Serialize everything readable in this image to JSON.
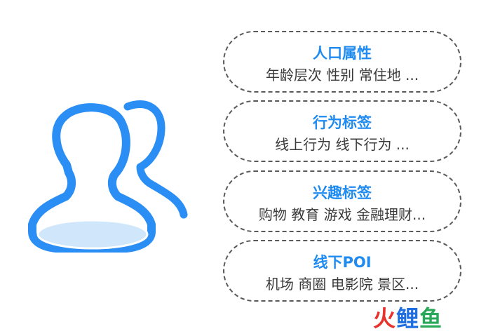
{
  "categories": [
    {
      "title": "人口属性",
      "desc": "年龄层次 性别 常住地 ..."
    },
    {
      "title": "行为标签",
      "desc": "线上行为 线下行为  ..."
    },
    {
      "title": "兴趣标签",
      "desc": "购物 教育 游戏 金融理财..."
    },
    {
      "title": "线下POI",
      "desc": "机场 商圈 电影院 景区..."
    }
  ],
  "logo": {
    "char1": "火",
    "char2": "鲤",
    "char3": "鱼"
  },
  "colors": {
    "accent": "#1f8bf0",
    "text": "#3a3a3a",
    "border": "#5a5a5a"
  },
  "icons": [
    "users-icon"
  ]
}
